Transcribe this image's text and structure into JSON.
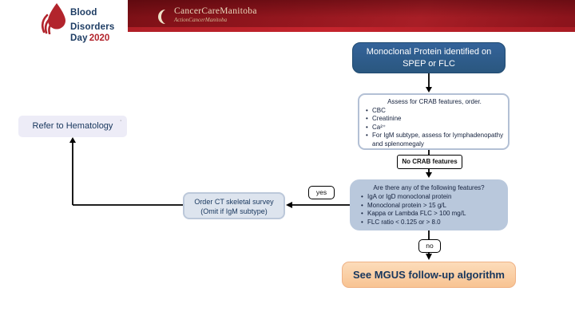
{
  "header": {
    "blood_logo": {
      "line1": "Blood",
      "line2": "Disorders",
      "line3": "Day",
      "year": "2020"
    },
    "ccmb_logo": {
      "name": "CancerCareManitoba",
      "tagline": "ActionCancerManitoba"
    }
  },
  "flowchart": {
    "start_box": {
      "text": "Monoclonal Protein identified on SPEP or FLC"
    },
    "assess_box": {
      "title": "Assess for CRAB features, order.",
      "items": [
        "CBC",
        "Creatinine",
        "Ca²⁺",
        "For IgM subtype, assess for lymphadenopathy and splenomegaly"
      ]
    },
    "no_crab_label": "No CRAB features",
    "features_box": {
      "title": "Are there any of the following features?",
      "items": [
        "IgA or IgD monoclonal protein",
        "Monoclonal protein > 15 g/L",
        "Kappa or Lambda FLC > 100 mg/L",
        "FLC ratio < 0.125 or > 8.0"
      ]
    },
    "yes_label": "yes",
    "no_label": "no",
    "ct_box": {
      "line1": "Order CT skeletal survey",
      "line2": "(Omit if IgM subtype)"
    },
    "refer_box": {
      "text": "Refer to Hematology",
      "mark": "·"
    },
    "mgus_box": {
      "text": "See MGUS follow-up algorithm"
    }
  },
  "colors": {
    "banner_red": "#93161e",
    "banner_strip_red": "#c5242d",
    "logo_red": "#b2242c",
    "logo_navy": "#1d3c63",
    "start_box_blue": "#2d5c8a",
    "features_box_blue": "#b9c8dc",
    "ct_box_gray_blue": "#dde4ee",
    "refer_box_lavender": "#edecf7",
    "mgus_peach": "#f8c392",
    "text_navy": "#17365d"
  }
}
